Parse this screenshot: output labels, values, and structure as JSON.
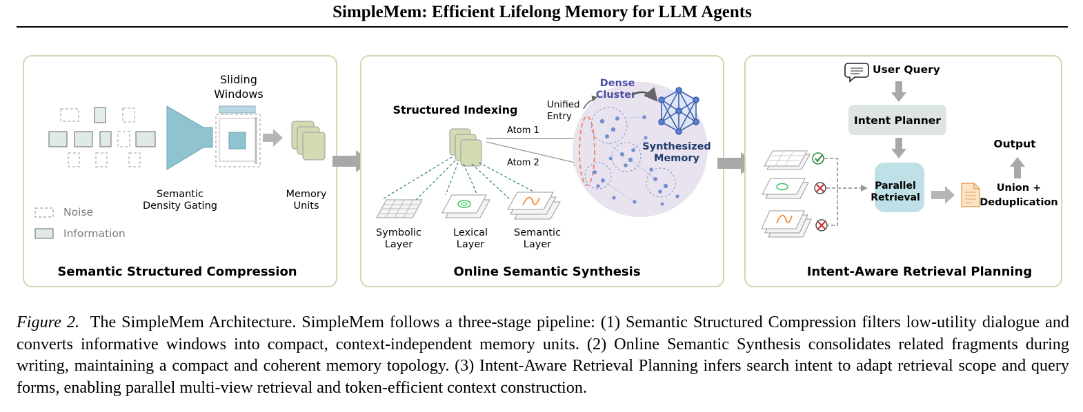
{
  "paper_title": "SimpleMem: Efficient Lifelong Memory for LLM Agents",
  "panel1": {
    "title": "Semantic Structured Compression",
    "sliding_windows": [
      "Sliding",
      "Windows"
    ],
    "gating_label": [
      "Semantic",
      "Density Gating"
    ],
    "memory_units_label": [
      "Memory",
      "Units"
    ],
    "legend_noise": "Noise",
    "legend_information": "Information"
  },
  "panel2": {
    "title": "Online Semantic Synthesis",
    "structured_indexing": "Structured Indexing",
    "unified_entry": [
      "Unified",
      "Entry"
    ],
    "dense_cluster": [
      "Dense",
      "Cluster"
    ],
    "atom1": "Atom 1",
    "atom2": "Atom 2",
    "synthesized_memory": [
      "Synthesized",
      "Memory"
    ],
    "symbolic_layer": [
      "Symbolic",
      "Layer"
    ],
    "lexical_layer": [
      "Lexical",
      "Layer"
    ],
    "semantic_layer": [
      "Semantic",
      "Layer"
    ]
  },
  "panel3": {
    "title": "Intent-Aware Retrieval Planning",
    "user_query": "User Query",
    "intent_planner": "Intent Planner",
    "parallel_retrieval": [
      "Parallel",
      "Retrieval"
    ],
    "output": "Output",
    "union_dedup": [
      "Union +",
      "Deduplication"
    ]
  },
  "caption": {
    "label": "Figure 2.",
    "text": "The SimpleMem Architecture. SimpleMem follows a three-stage pipeline: (1) Semantic Structured Compression filters low-utility dialogue and converts informative windows into compact, context-independent memory units. (2) Online Semantic Synthesis consolidates related fragments during writing, maintaining a compact and coherent memory topology. (3) Intent-Aware Retrieval Planning infers search intent to adapt retrieval scope and query forms, enabling parallel multi-view retrieval and token-efficient context construction."
  },
  "colors": {
    "panel_border": "#cfd8b0",
    "teal": "#8fc3cf",
    "memory_green": "#d3dbb3",
    "arrow_gray": "#a8a8a8",
    "cluster_bg": "#e8e3ef",
    "node_blue": "#6f8fd0",
    "dense_text": "#4b4ea0",
    "synth_text": "#1f3a6b",
    "check_green": "#2e8b3c",
    "cross_red": "#d12b2b"
  }
}
